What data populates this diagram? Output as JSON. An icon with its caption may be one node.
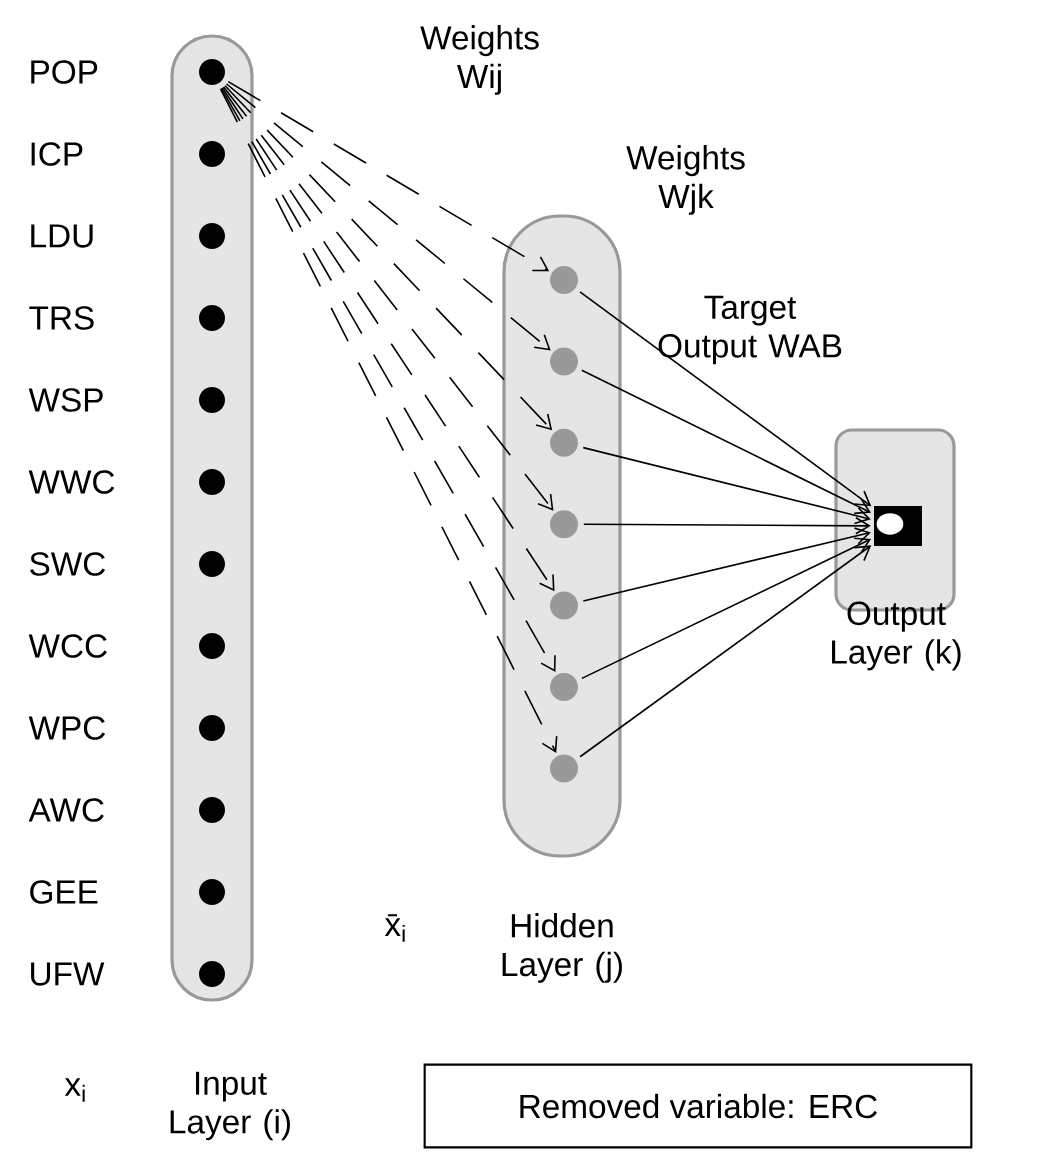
{
  "diagram": {
    "nodes": [
      {
        "text": [
          "Input Layer (i)"
        ]
      },
      {
        "text": [],
        "shape": "circle",
        "in": 0,
        "beside": [
          "POP"
        ]
      },
      {
        "text": [],
        "shape": "circle",
        "in": 0,
        "beside": [
          "ICP"
        ]
      },
      {
        "text": [],
        "shape": "circle",
        "in": 0,
        "beside": [
          "LDU"
        ]
      },
      {
        "text": [],
        "shape": "circle",
        "in": 0,
        "beside": [
          "TRS"
        ]
      },
      {
        "text": [],
        "shape": "circle",
        "in": 0,
        "beside": [
          "WSP"
        ]
      },
      {
        "text": [],
        "shape": "circle",
        "in": 0,
        "beside": [
          "WWC"
        ]
      },
      {
        "text": [],
        "shape": "circle",
        "in": 0,
        "beside": [
          "SWC"
        ]
      },
      {
        "text": [],
        "shape": "circle",
        "in": 0,
        "beside": [
          "WCC"
        ]
      },
      {
        "text": [],
        "shape": "circle",
        "in": 0,
        "beside": [
          "WPC"
        ]
      },
      {
        "text": [],
        "shape": "circle",
        "in": 0,
        "beside": [
          "AWC"
        ]
      },
      {
        "text": [],
        "shape": "circle",
        "in": 0,
        "beside": [
          "GEE"
        ]
      },
      {
        "text": [],
        "shape": "circle",
        "in": 0,
        "beside": [
          "UFW"
        ]
      },
      {
        "text": [
          "Hidden Layer (j)"
        ]
      },
      {
        "text": [],
        "shape": "circle",
        "in": 13
      },
      {
        "text": [],
        "shape": "circle",
        "in": 13
      },
      {
        "text": [],
        "shape": "circle",
        "in": 13
      },
      {
        "text": [],
        "shape": "circle",
        "in": 13
      },
      {
        "text": [],
        "shape": "circle",
        "in": 13
      },
      {
        "text": [],
        "shape": "circle",
        "in": 13
      },
      {
        "text": [],
        "shape": "circle",
        "in": 13
      },
      {
        "text": [
          "Output Layer (k)"
        ]
      },
      {
        "text": [],
        "shape": "box",
        "in": 21
      },
      {
        "text": [
          "Removed variable: ERC"
        ]
      }
    ],
    "edges": [
      {
        "from": 1,
        "to": 14,
        "arrow": "to",
        "style": "dashed"
      },
      {
        "from": 1,
        "to": 15,
        "arrow": "to",
        "style": "dashed"
      },
      {
        "from": 1,
        "to": 16,
        "arrow": "to",
        "style": "dashed"
      },
      {
        "from": 1,
        "to": 17,
        "arrow": "to",
        "style": "dashed"
      },
      {
        "from": 1,
        "to": 18,
        "arrow": "to",
        "style": "dashed"
      },
      {
        "from": 1,
        "to": 19,
        "arrow": "to",
        "style": "dashed"
      },
      {
        "from": 1,
        "to": 20,
        "arrow": "to",
        "style": "dashed"
      },
      {
        "from": 14,
        "to": 22,
        "arrow": "to"
      },
      {
        "from": 15,
        "to": 22,
        "arrow": "to"
      },
      {
        "from": 16,
        "to": 22,
        "arrow": "to"
      },
      {
        "from": 17,
        "to": 22,
        "arrow": "to"
      },
      {
        "from": 18,
        "to": 22,
        "arrow": "to"
      },
      {
        "from": 19,
        "to": 22,
        "arrow": "to"
      },
      {
        "from": 20,
        "to": 22,
        "arrow": "to"
      }
    ],
    "labels": [
      "Weights Wij",
      "Weights Wjk",
      "Target Output WAB",
      "x$_{i}$",
      "x̄$_{i}$"
    ]
  }
}
